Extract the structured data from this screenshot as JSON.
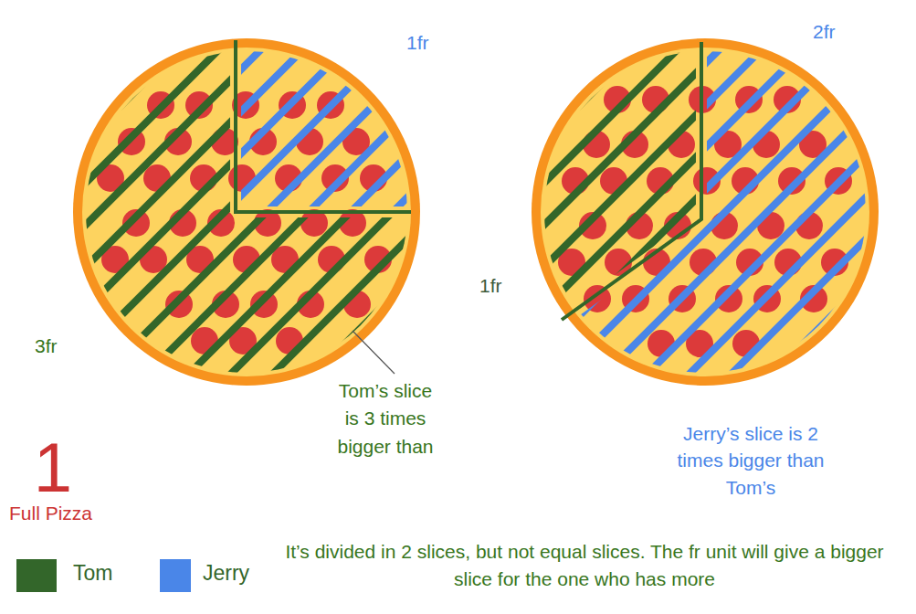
{
  "diagram": {
    "labels": [
      "1fr",
      "3fr",
      "Tom’s slice is 3 times bigger than",
      "2fr",
      "1fr",
      "Jerry’s slice is 2 times bigger than Tom’s",
      "1",
      "Full Pizza",
      "It’s divided in 2 slices, but not equal slices. The fr unit will give a bigger slice for the one who has more"
    ],
    "legend": [
      {
        "text": "Tom",
        "color": "#33662a"
      },
      {
        "text": "Jerry",
        "color": "#4a86e8"
      }
    ]
  }
}
